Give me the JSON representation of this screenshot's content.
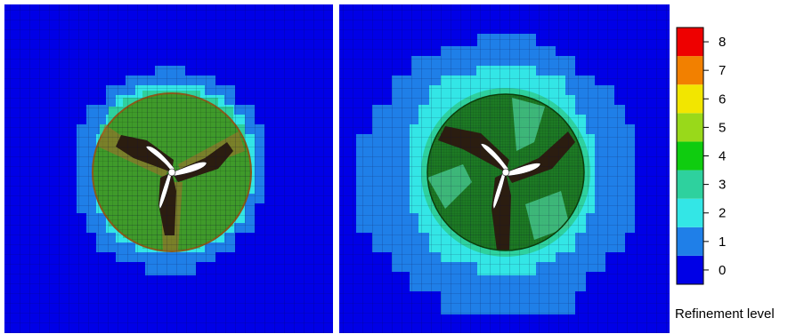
{
  "colorbar": {
    "title": "Refinement level",
    "levels": [
      {
        "value": "0",
        "color": "#0000e6"
      },
      {
        "value": "1",
        "color": "#1f7fe8"
      },
      {
        "value": "2",
        "color": "#33e6e6"
      },
      {
        "value": "3",
        "color": "#2ed19e"
      },
      {
        "value": "4",
        "color": "#0fcc0f"
      },
      {
        "value": "5",
        "color": "#99d91a"
      },
      {
        "value": "6",
        "color": "#f2e600"
      },
      {
        "value": "7",
        "color": "#f28000"
      },
      {
        "value": "8",
        "color": "#ee0000"
      }
    ]
  },
  "panels": [
    {
      "id": "left",
      "background_level": 0,
      "zone_colors": [
        "#1f7fe8",
        "#33e6e6",
        "#2ed19e"
      ],
      "rotor_fill": "#3f9a2a",
      "blade_wake": "#2b1d10",
      "blades": "#ffffff"
    },
    {
      "id": "right",
      "background_level": 0,
      "zone_colors": [
        "#1f7fe8",
        "#33e6e6"
      ],
      "rotor_fill": "#1d7a24",
      "blade_wake": "#2b1d10",
      "blades": "#ffffff"
    }
  ]
}
